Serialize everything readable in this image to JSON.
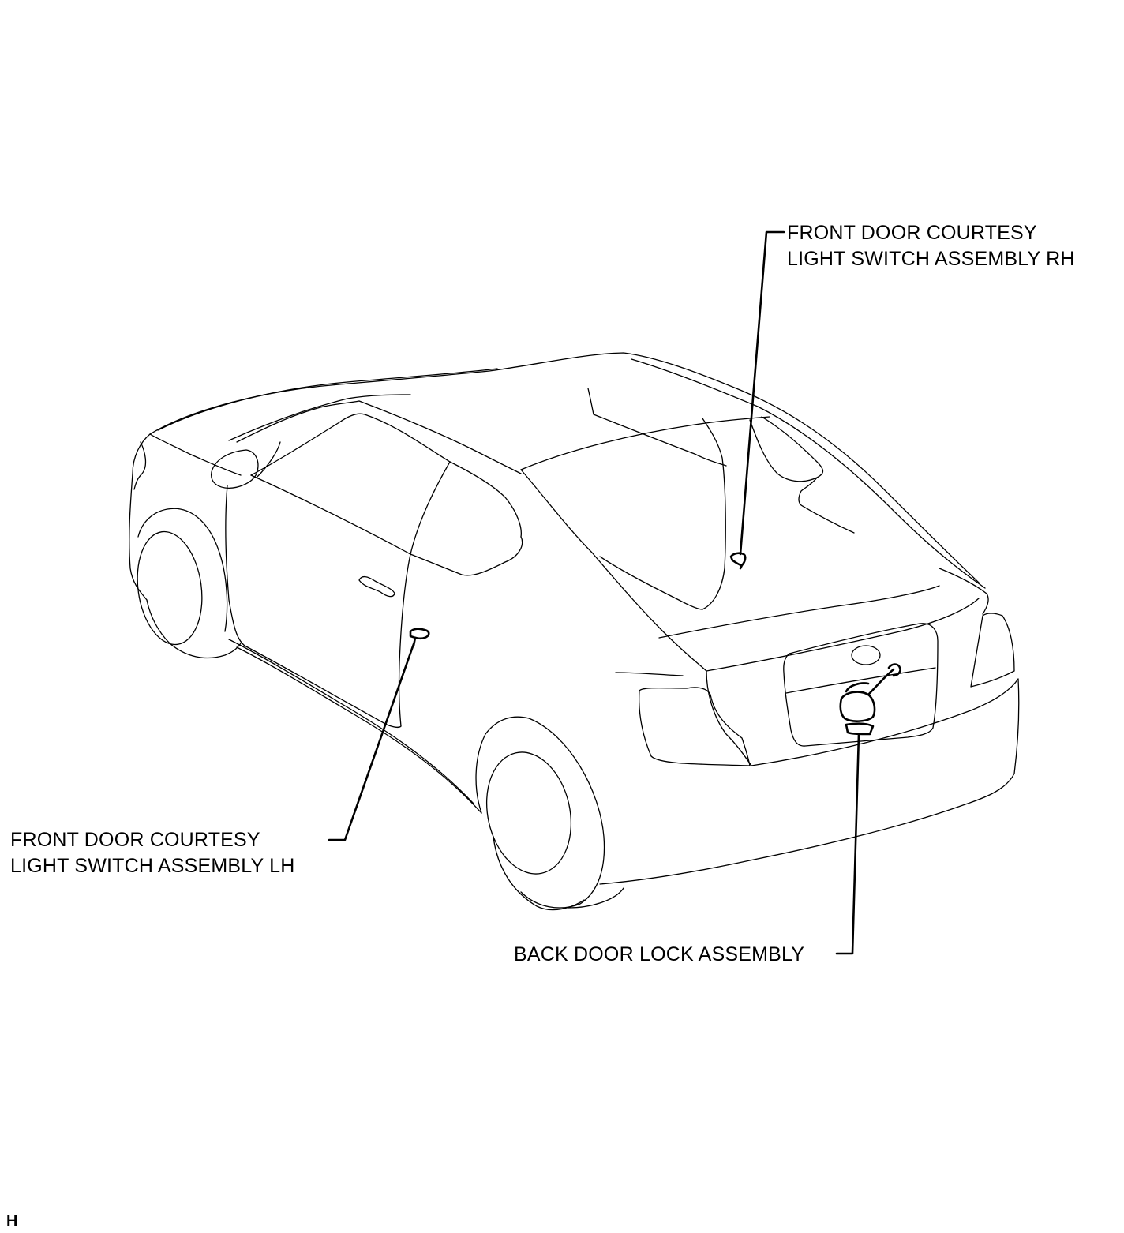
{
  "callouts": {
    "front_rh": {
      "line1": "FRONT DOOR COURTESY",
      "line2": "LIGHT SWITCH ASSEMBLY RH"
    },
    "front_lh": {
      "line1": "FRONT DOOR COURTESY",
      "line2": "LIGHT SWITCH ASSEMBLY LH"
    },
    "back_door": {
      "line1": "BACK DOOR LOCK ASSEMBLY"
    }
  },
  "page_tag": "H"
}
